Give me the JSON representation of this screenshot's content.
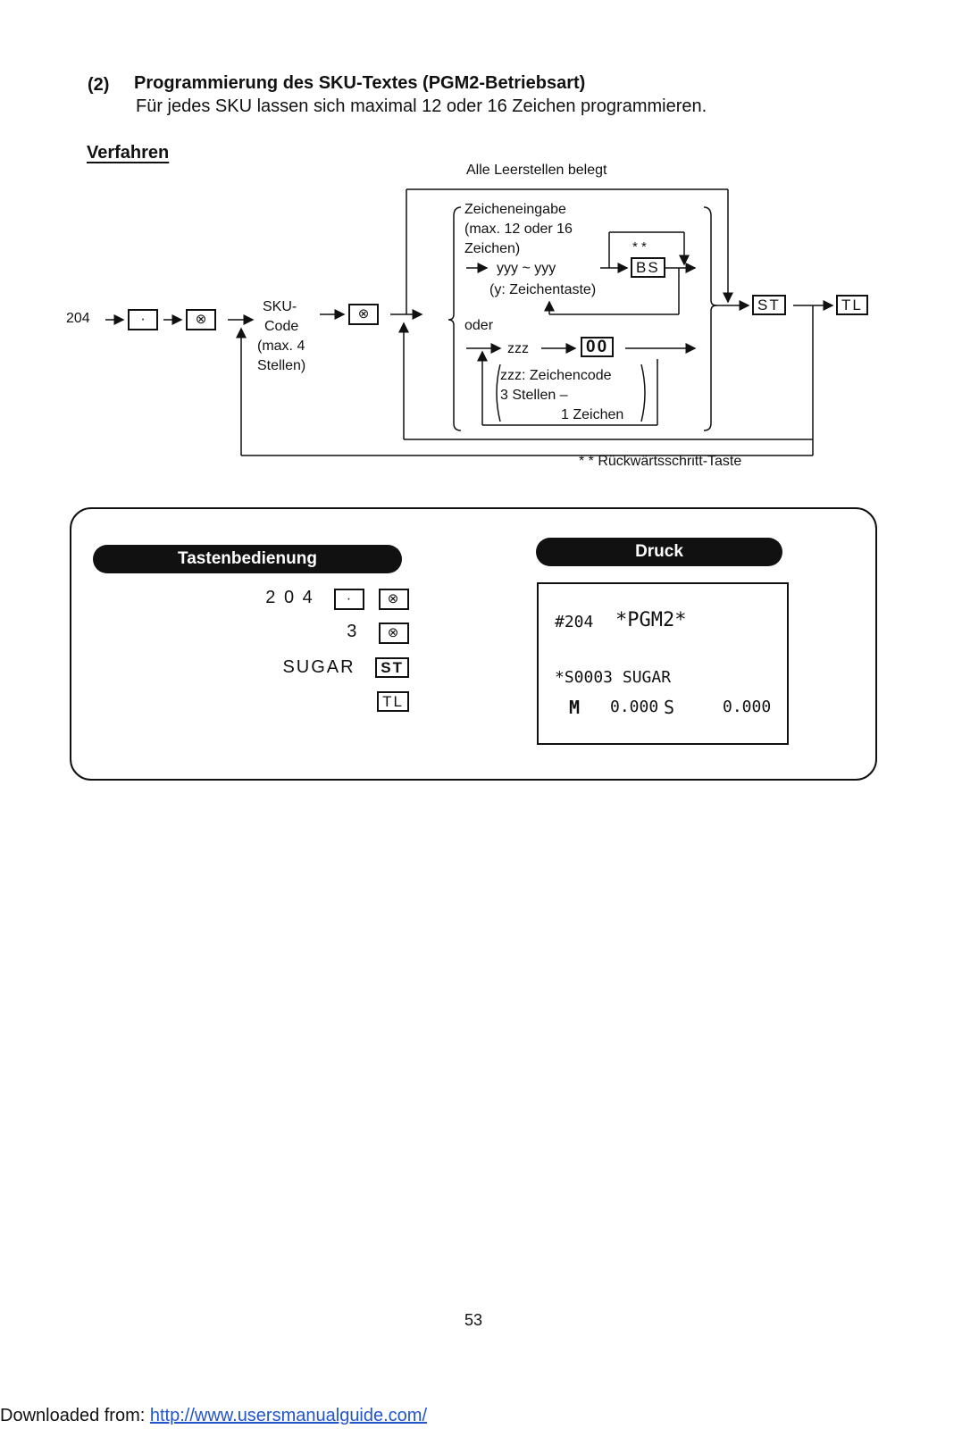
{
  "section": {
    "number": "(2)",
    "title": "Programmierung des SKU-Textes (PGM2-Betriebsart)",
    "subtitle": "Für jedes SKU lassen sich maximal 12 oder 16 Zeichen programmieren."
  },
  "procedure": {
    "heading": "Verfahren",
    "top_label": "Alle Leerstellen belegt",
    "start_code": "204",
    "sku_code_lines": [
      "SKU-",
      "Code",
      "(max. 4",
      "Stellen)"
    ],
    "char_entry_lines": [
      "Zeicheneingabe",
      "(max. 12 oder 16",
      "Zeichen)"
    ],
    "stars": "* *",
    "yyy_expr": "yyy ~ yyy",
    "bs_key": "BS",
    "y_note": "(y: Zeichentaste)",
    "oder": "oder",
    "zzz": "zzz",
    "key_00": "00",
    "zzz_note_lines": [
      "zzz: Zeichencode",
      "3 Stellen –",
      "1 Zeichen"
    ],
    "st_key": "ST",
    "tl_key": "TL",
    "footnote": "* *  Rückwärtsschritt-Taste"
  },
  "example": {
    "ops_heading": "Tastenbedienung",
    "print_heading": "Druck",
    "ops": [
      {
        "value": "2 0 4"
      },
      {
        "value": "3"
      },
      {
        "value": "SUGAR",
        "key": "ST"
      },
      {
        "value": "",
        "key": "TL"
      }
    ],
    "receipt": {
      "line1_code": "#204",
      "line1_mode": "*PGM2*",
      "line2": "*S0003 SUGAR",
      "line3_m": "M",
      "line3_val1": "0.000",
      "line3_s": "S",
      "line3_val2": "0.000"
    }
  },
  "page_number": "53",
  "footer": {
    "label": "Downloaded from:",
    "link": "http://www.usersmanualguide.com/"
  }
}
